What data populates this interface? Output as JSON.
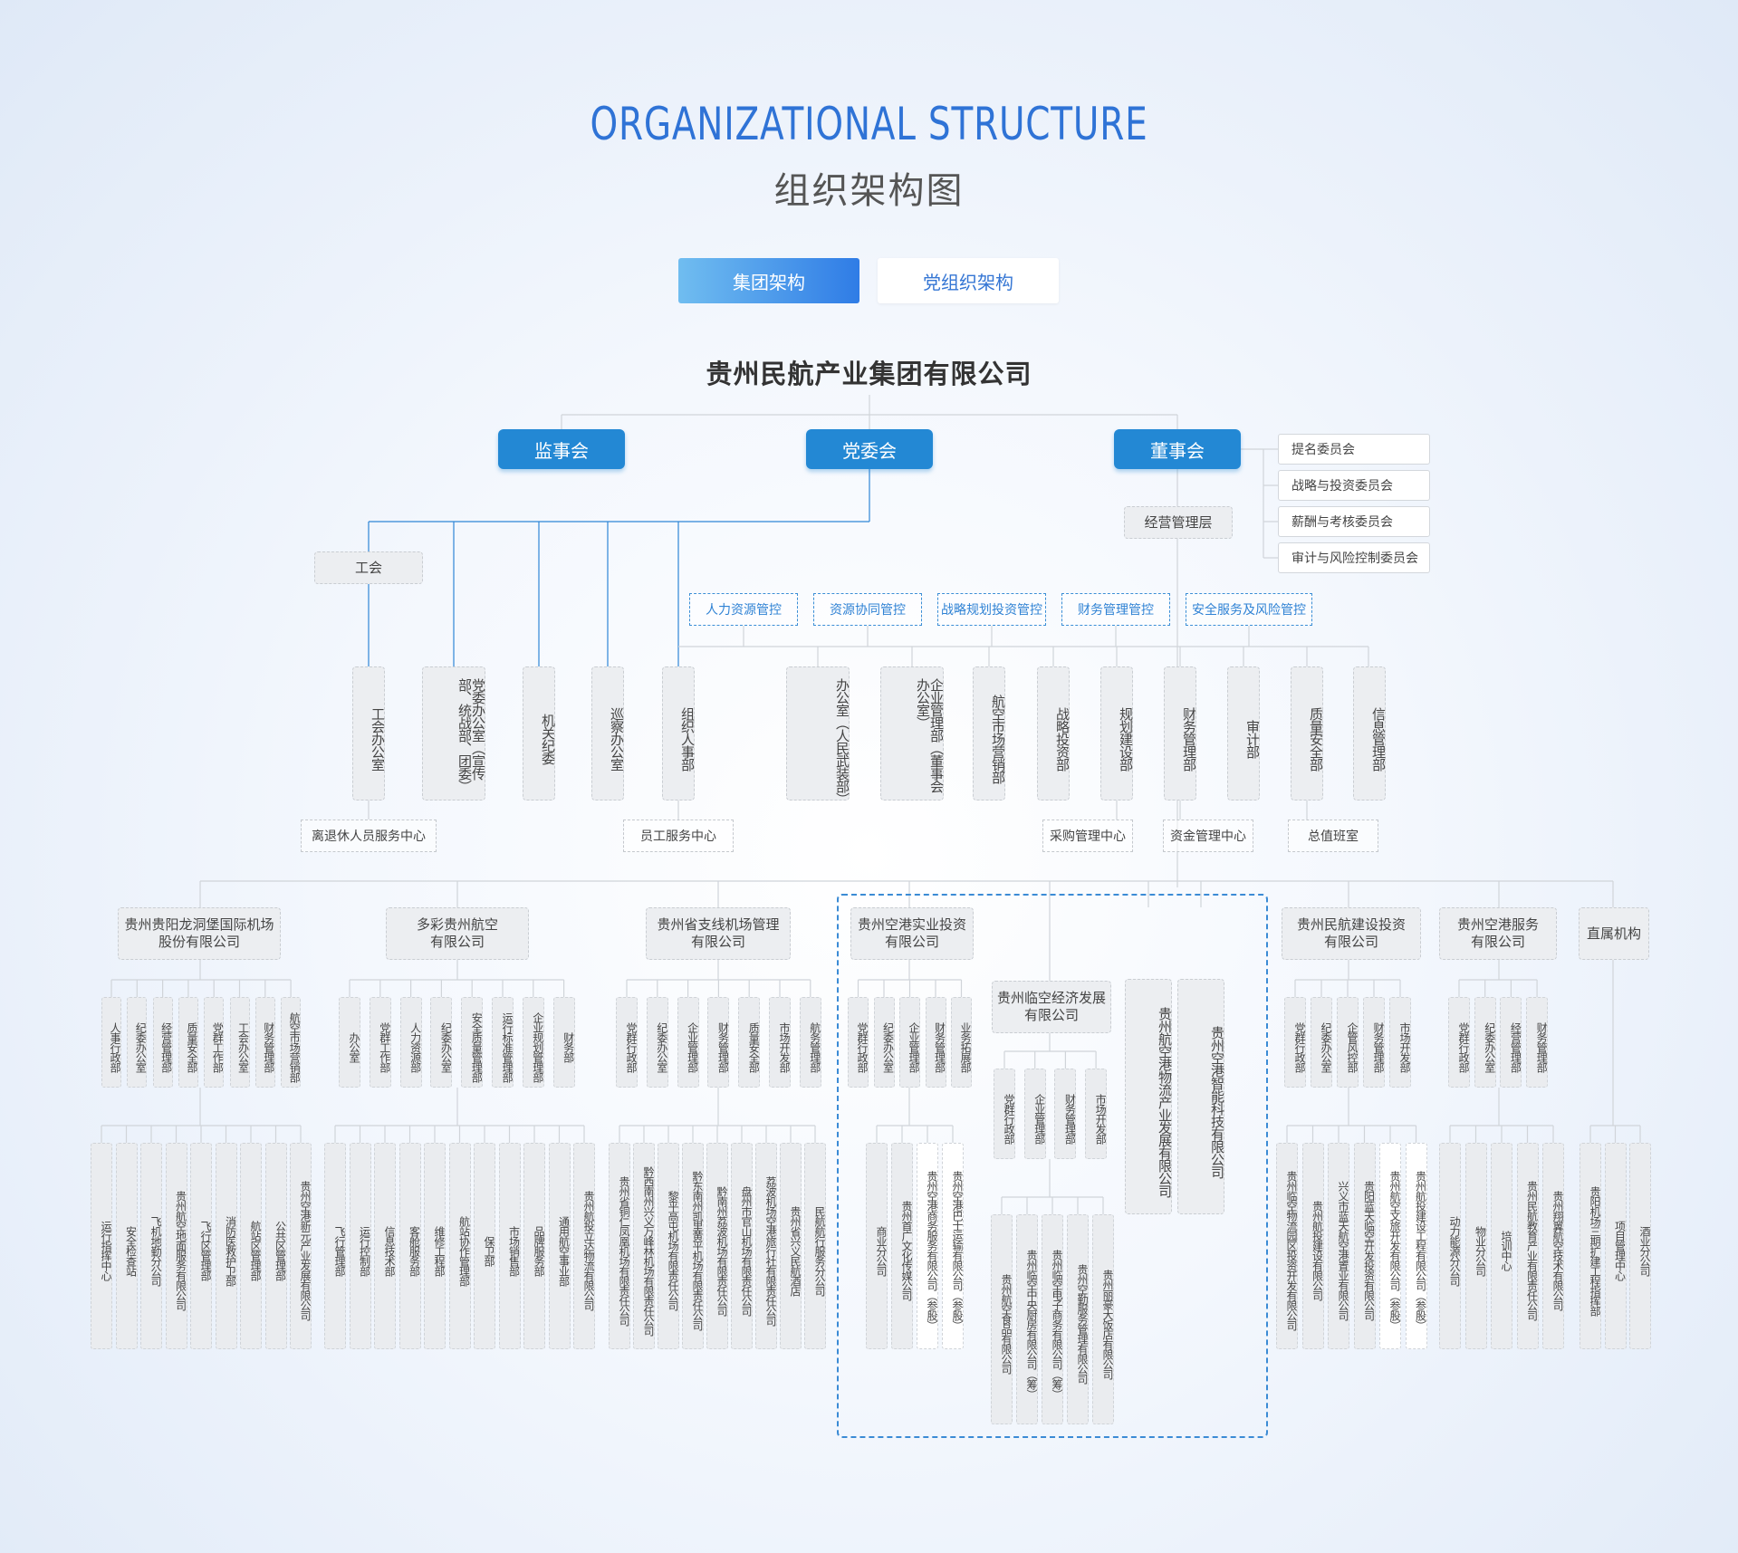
{
  "header": {
    "title_en": "ORGANIZATIONAL STRUCTURE",
    "title_cn": "组织架构图"
  },
  "tabs": [
    {
      "label": "集团架构"
    },
    {
      "label": "党组织架构"
    }
  ],
  "company": "贵州民航产业集团有限公司",
  "top_boards": [
    "监事会",
    "党委会",
    "董事会"
  ],
  "committees": [
    "提名委员会",
    "战略与投资委员会",
    "薪酬与考核委员会",
    "审计与风险控制委员会"
  ],
  "management": "经营管理层",
  "union": "工会",
  "controls": [
    "人力资源管控",
    "资源协同管控",
    "战略规划投资管控",
    "财务管理管控",
    "安全服务及风险管控"
  ],
  "departments": [
    "工会办公室",
    "党委办公室（宣传部、统战部、团委）",
    "机关纪委",
    "巡察办公室",
    "组织人事部",
    "办公室（人民武装部）",
    "企业管理部（董事会办公室）",
    "航空市场营销部",
    "战略投资部",
    "规划建设部",
    "财务管理部",
    "审计部",
    "质量安全部",
    "信息管理部"
  ],
  "service_centers": [
    "离退休人员服务中心",
    "员工服务中心",
    "采购管理中心",
    "资金管理中心",
    "总值班室"
  ],
  "subsidiaries": [
    {
      "name": "贵州贵阳龙洞堡国际机场\n股份有限公司",
      "depts": [
        "人事行政部",
        "纪委办公室",
        "经营管理部",
        "质量安全部",
        "党群工作部",
        "工会办公室",
        "财务管理部",
        "航空市场营销部"
      ],
      "units": [
        "运行指挥中心",
        "安全检查站",
        "飞机地勤分公司",
        "贵州航空地面服务有限公司",
        "飞行区管理部",
        "消防医救护卫部",
        "航站区管理部",
        "公共区管理部",
        "贵州空港新元产业发展有限公司"
      ]
    },
    {
      "name": "多彩贵州航空\n有限公司",
      "depts": [
        "办公室",
        "党群工作部",
        "人力资源部",
        "纪委办公室",
        "安全质量管理部",
        "运行标准管理部",
        "企业规划管理部",
        "财务部"
      ],
      "units": [
        "飞行管理部",
        "运行控制部",
        "信息技术部",
        "客舱服务部",
        "维修工程部",
        "航站协作管理部",
        "保卫部",
        "市场销售部",
        "品牌服务部",
        "通用航空事业部",
        "贵州航投立达物流有限公司"
      ]
    },
    {
      "name": "贵州省支线机场管理\n有限公司",
      "depts": [
        "党群行政部",
        "纪委办公室",
        "企业管理部",
        "财务管理部",
        "质量安全部",
        "市场开发部",
        "航务管理部"
      ],
      "units": [
        "贵州省铜仁凤凰机场有限责任公司",
        "黔西南州兴义万峰林机场有限责任公司",
        "黎平高屯机场有限责任公司",
        "黔东南州凯里黄平机场有限责任公司",
        "黔南州荔波机场有限责任公司",
        "盘州市官山机场有限责任公司",
        "荔波机场空港旅行社有限责任公司",
        "贵州省兴义民航酒店",
        "民航航行服务分公司"
      ]
    },
    {
      "name": "贵州空港实业投资\n有限公司",
      "depts": [
        "党群行政部",
        "纪委办公室",
        "企业管理部",
        "财务管理部",
        "业务拓展部"
      ],
      "units": [
        "商业分公司",
        "贵州首广文化传媒公司",
        "贵州空港商务服务有限公司（参股）",
        "贵州空港巴士运输有限公司（参股）"
      ]
    },
    {
      "name": "贵州临空经济发展\n有限公司",
      "depts": [
        "党群行政部",
        "企业管理部",
        "财务管理部",
        "市场开发部"
      ],
      "units": [
        "贵州航空食品有限公司",
        "贵州临空中央厨房有限公司（筹）",
        "贵州临空电子商务有限公司（筹）",
        "贵州空勤服务管理有限公司",
        "贵州丽豪大饭店有限公司"
      ]
    },
    {
      "name": "贵州航空港物流产业发展有限公司",
      "depts": [],
      "units": []
    },
    {
      "name": "贵州空港智能科技有限公司",
      "depts": [],
      "units": []
    },
    {
      "name": "贵州民航建设投资\n有限公司",
      "depts": [
        "党群行政部",
        "纪委办公室",
        "企管风控部",
        "财务管理部",
        "市场开发部"
      ],
      "units": [
        "贵州临空物流园区投资开发有限公司",
        "贵州航投建设有限公司",
        "兴义市蓝天航空港置业有限公司",
        "贵阳蓝天临空开发投资有限公司",
        "贵州航空文旅开发有限公司（参股）",
        "贵州航投建设工程有限公司（参股）"
      ]
    },
    {
      "name": "贵州空港服务\n有限公司",
      "depts": [
        "党群行政部",
        "纪委办公室",
        "经营管理部",
        "财务管理部"
      ],
      "units": [
        "动力能源分公司",
        "物业分公司",
        "培训中心",
        "贵州民航教育产业有限责任公司",
        "贵州翔翼航空技术有限公司"
      ]
    },
    {
      "name": "直属机构",
      "depts": [],
      "units": [
        "贵阳机场三期扩建工程指挥部",
        "项目管理中心",
        "酒业分公司"
      ]
    }
  ]
}
